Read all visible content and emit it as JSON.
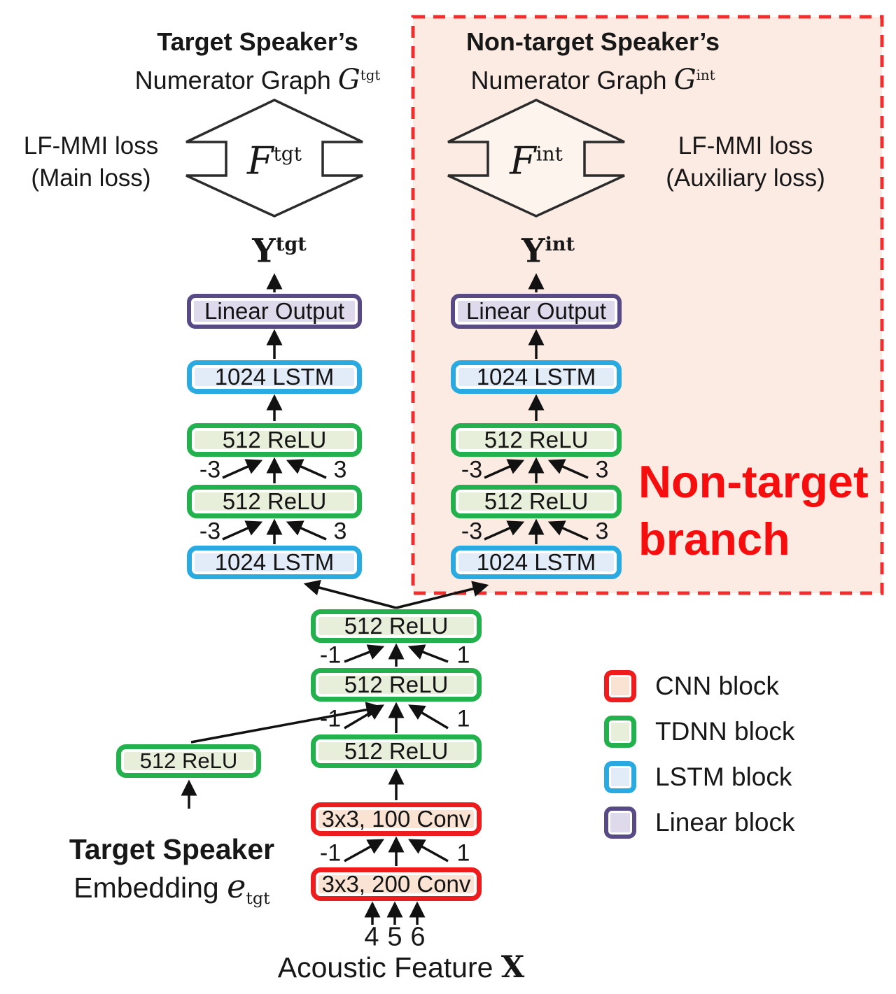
{
  "titles": {
    "left": {
      "line1": "Target Speaker’s",
      "line2": "Numerator Graph",
      "math": "G",
      "sup": "tgt"
    },
    "right": {
      "line1": "Non-target Speaker’s",
      "line2": "Numerator Graph",
      "math": "G",
      "sup": "int"
    }
  },
  "loss": {
    "left": {
      "caption1": "LF-MMI loss",
      "caption2": "(Main loss)",
      "math": "F",
      "sup": "tgt"
    },
    "right": {
      "caption1": "LF-MMI loss",
      "caption2": "(Auxiliary loss)",
      "math": "F",
      "sup": "int"
    }
  },
  "outputs": {
    "left": {
      "base": "Y",
      "sup": "tgt"
    },
    "right": {
      "base": "Y",
      "sup": "int"
    }
  },
  "blocks": {
    "linear": "Linear Output",
    "lstm": "1024 LSTM",
    "relu": "512 ReLU",
    "conv100": "3x3, 100 Conv",
    "conv200": "3x3, 200 Conv"
  },
  "splice": {
    "m3": "-3",
    "p3": "3",
    "m1": "-1",
    "p1": "1"
  },
  "inputs": [
    "4",
    "5",
    "6"
  ],
  "embedding": {
    "caption1": "Target Speaker",
    "caption2": "Embedding",
    "math": "e",
    "sub": "tgt"
  },
  "acoustic": {
    "label": "Acoustic Feature",
    "math": "X"
  },
  "nontarget": {
    "line1": "Non-target",
    "line2": "branch"
  },
  "legend": [
    {
      "label": "CNN block",
      "border": "#ee1c1c",
      "fill": "#fbe3d3"
    },
    {
      "label": "TDNN block",
      "border": "#22b14c",
      "fill": "#e7efdb"
    },
    {
      "label": "LSTM block",
      "border": "#29abe2",
      "fill": "#e2ecf8"
    },
    {
      "label": "Linear block",
      "border": "#584a85",
      "fill": "#dedaeb"
    }
  ],
  "colors": {
    "dashed_border": "#f02e2e",
    "dashed_fill": "#fcebe3",
    "accent_red": "#f60d0d",
    "arrow": "#111111"
  }
}
